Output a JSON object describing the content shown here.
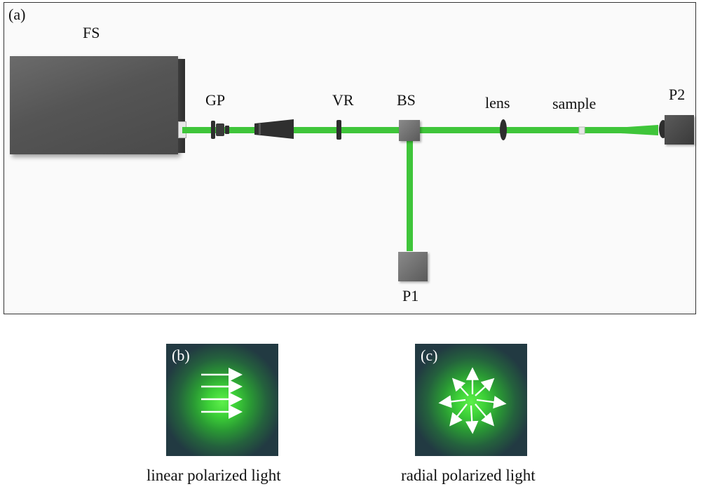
{
  "panels": {
    "a": {
      "letter": "(a)"
    },
    "b": {
      "letter": "(b)",
      "caption": "linear polarized light"
    },
    "c": {
      "letter": "(c)",
      "caption": "radial polarized light"
    }
  },
  "components": {
    "fs": "FS",
    "gp": "GP",
    "vr": "VR",
    "bs": "BS",
    "lens": "lens",
    "sample": "sample",
    "p1": "P1",
    "p2": "P2"
  },
  "colors": {
    "beam": "#3fc53a",
    "inset_bg": "#223a42",
    "arrow": "#ffffff"
  }
}
